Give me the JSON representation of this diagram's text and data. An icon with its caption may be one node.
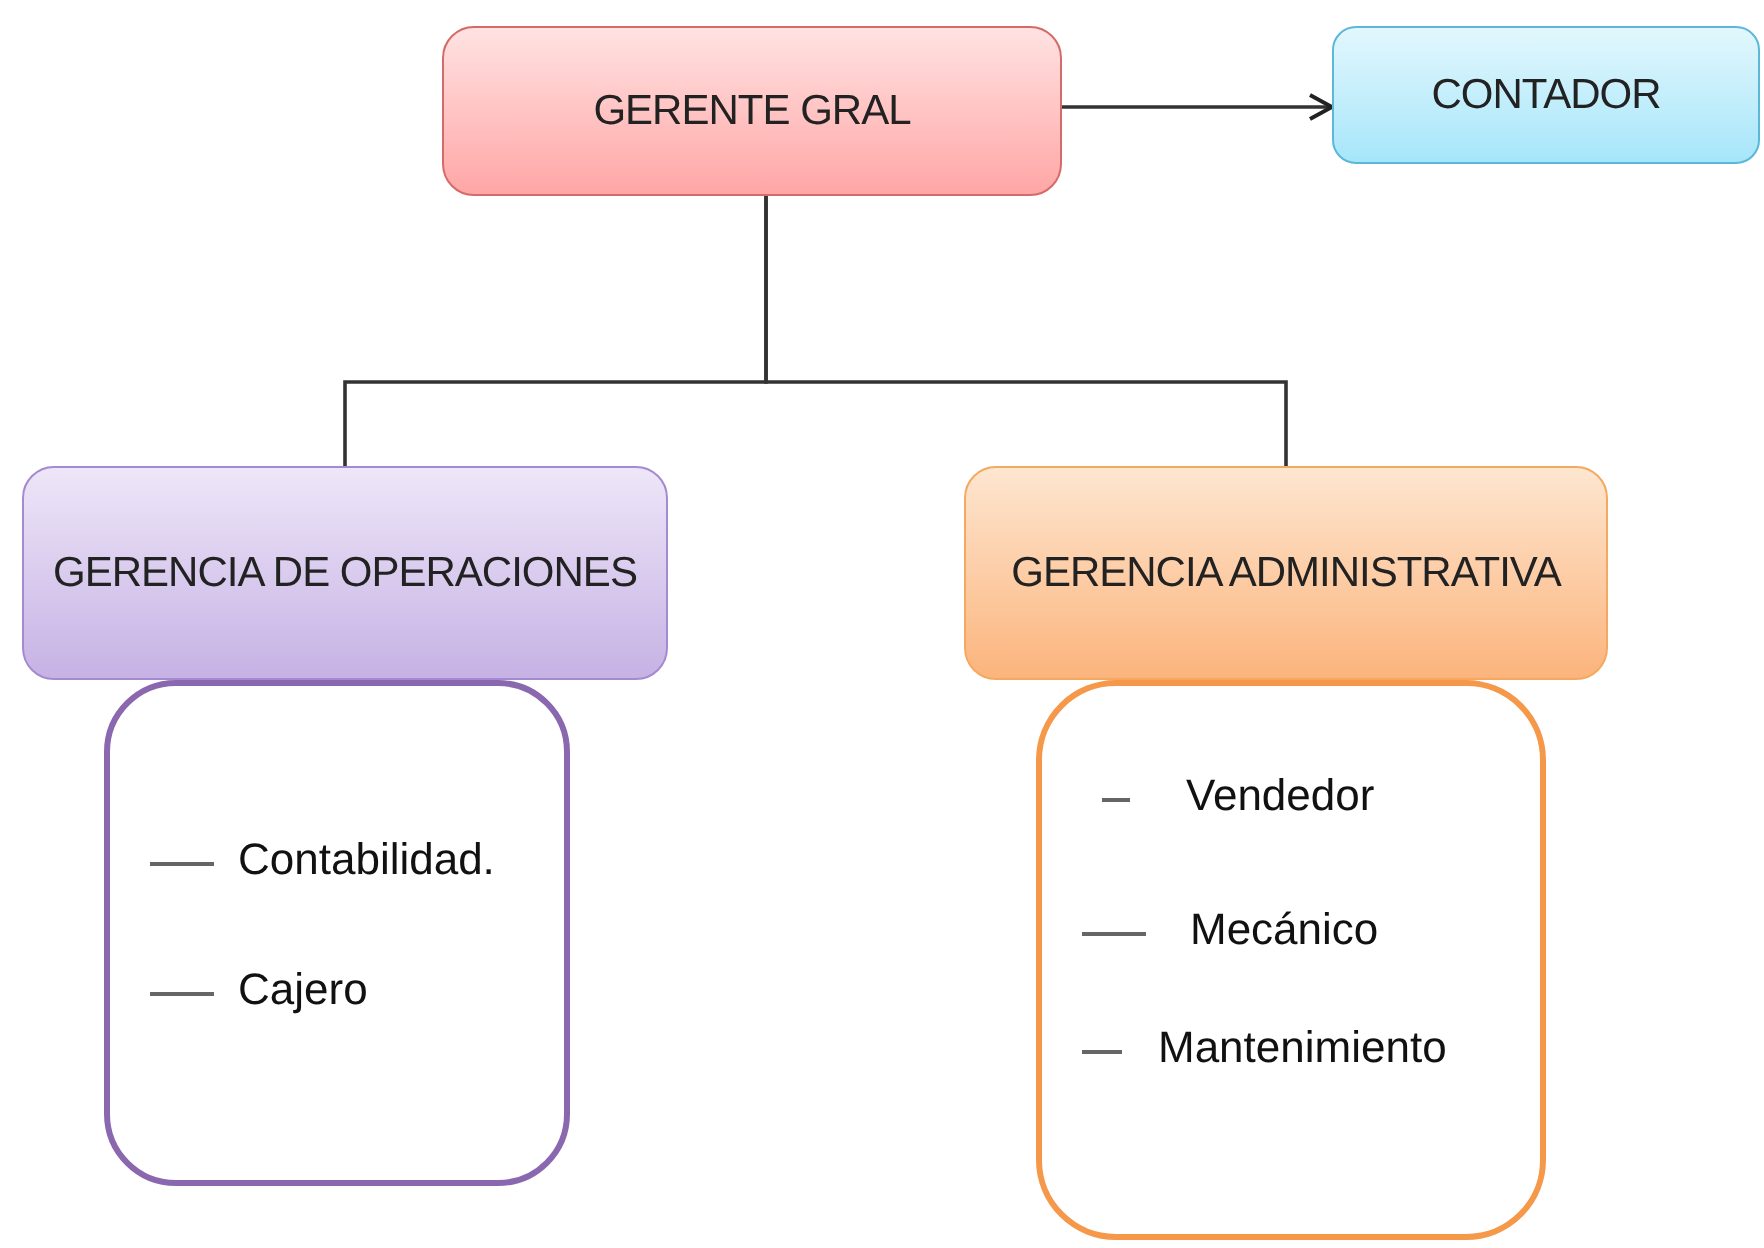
{
  "diagram": {
    "nodes": [
      {
        "text": [
          "GERENTE GRAL"
        ]
      },
      {
        "text": [
          "CONTADOR"
        ]
      },
      {
        "text": [
          "GERENCIA DE OPERACIONES"
        ]
      },
      {
        "text": [
          "GERENCIA ADMINISTRATIVA"
        ]
      },
      {
        "text": [
          "Contabilidad.",
          "Cajero"
        ]
      },
      {
        "text": [
          "Vendedor",
          "Mecánico",
          "Mantenimiento"
        ]
      }
    ],
    "edges": [
      {
        "from": 0,
        "to": 1,
        "arrow": "to"
      },
      {
        "from": 0,
        "to": 2,
        "arrow": "none"
      },
      {
        "from": 0,
        "to": 3,
        "arrow": "none"
      }
    ]
  }
}
